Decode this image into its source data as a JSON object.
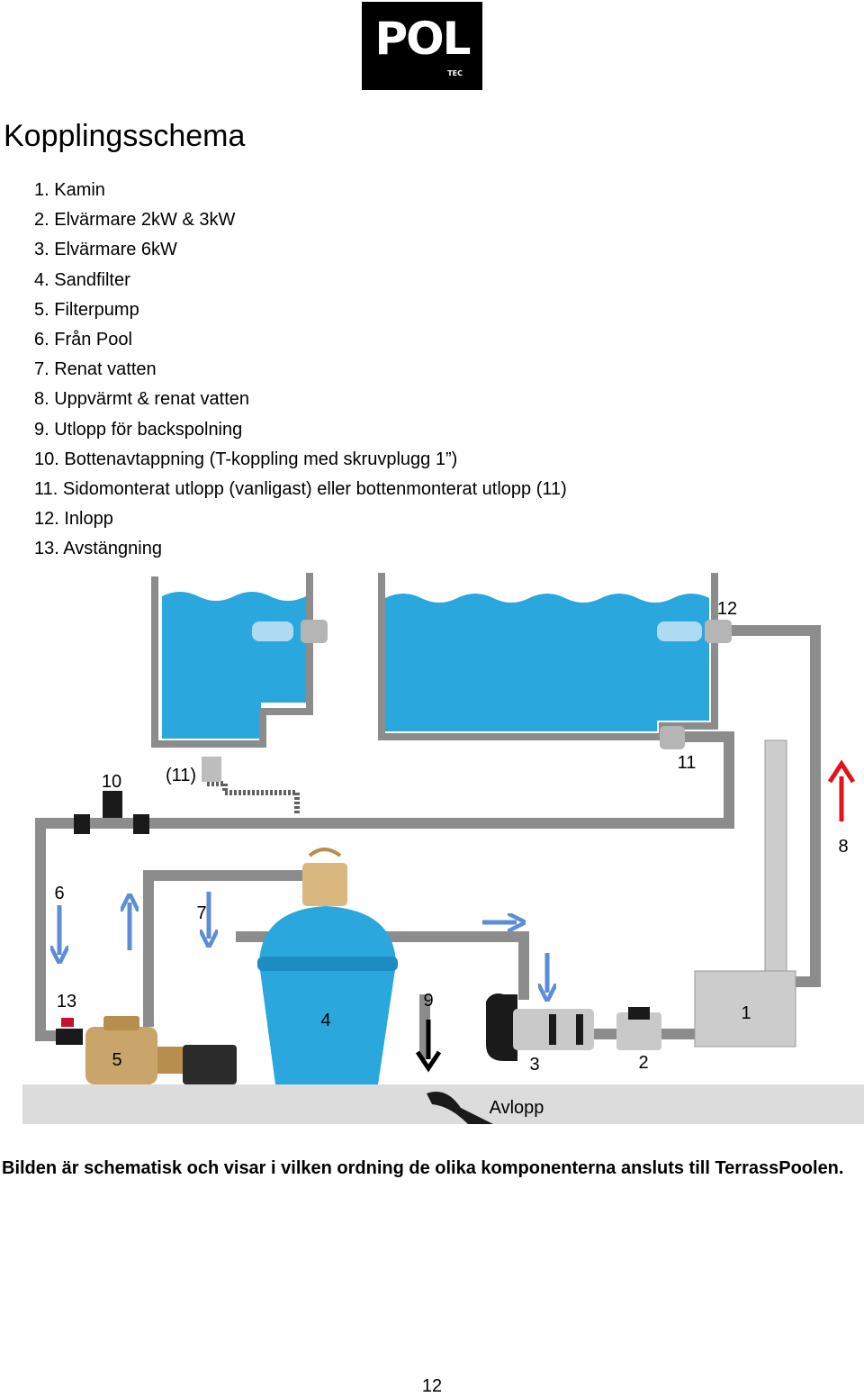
{
  "logo": {
    "main": "POL",
    "sub": "TEC"
  },
  "title": "Kopplingsschema",
  "legend": [
    "1. Kamin",
    "2. Elvärmare 2kW & 3kW",
    "3. Elvärmare 6kW",
    "4. Sandfilter",
    "5. Filterpump",
    "6. Från Pool",
    "7. Renat vatten",
    "8. Uppvärmt & renat vatten",
    "9. Utlopp för backspolning",
    "10. Bottenavtappning (T-koppling med skruvplugg 1”)",
    "11. Sidomonterat utlopp (vanligast) eller bottenmonterat utlopp (11)",
    "12. Inlopp",
    "13. Avstängning"
  ],
  "diagram": {
    "labels": {
      "l12": "12",
      "l10": "10",
      "l11p": "(11)",
      "l11": "11",
      "l8": "8",
      "l6": "6",
      "l7": "7",
      "l13": "13",
      "l9": "9",
      "l4": "4",
      "l1": "1",
      "l5": "5",
      "l3": "3",
      "l2": "2",
      "avlopp": "Avlopp"
    },
    "colors": {
      "water": "#2aa7dd",
      "pipe": "#8c8c8c",
      "flow_arrow": "#5b8ed6",
      "heated_arrow": "#e0141b",
      "drain_arrow": "#000000"
    }
  },
  "caption": "Bilden är schematisk och visar i vilken ordning de olika komponenterna ansluts till TerrassPoolen.",
  "page_number": "12"
}
